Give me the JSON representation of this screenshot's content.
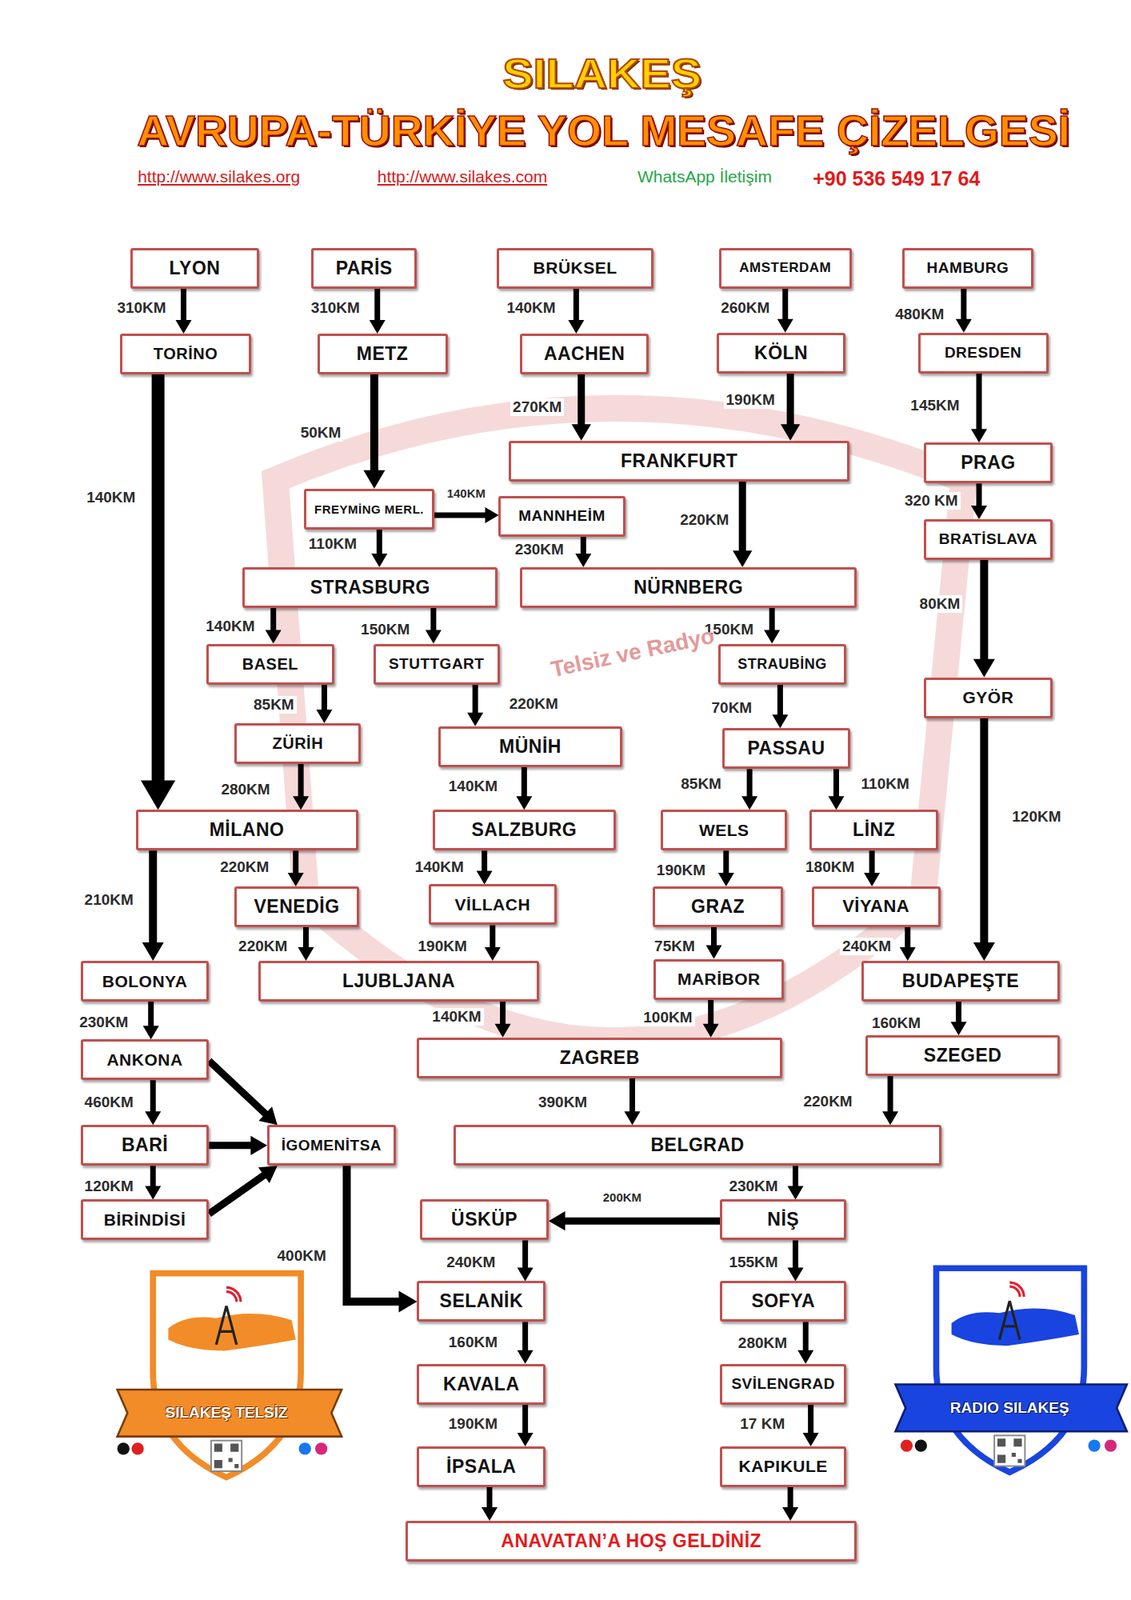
{
  "diagram": {
    "title": "AVRUPA-TÜRKİYE YOL MESAFE ÇİZELGESİ",
    "nodes": [
      {
        "text": [
          "LYON"
        ]
      },
      {
        "text": [
          "PARİS"
        ]
      },
      {
        "text": [
          "BRÜKSEL"
        ]
      },
      {
        "text": [
          "AMSTERDAM"
        ]
      },
      {
        "text": [
          "HAMBURG"
        ]
      },
      {
        "text": [
          "TORİNO"
        ]
      },
      {
        "text": [
          "METZ"
        ]
      },
      {
        "text": [
          "AACHEN"
        ]
      },
      {
        "text": [
          "KÖLN"
        ]
      },
      {
        "text": [
          "DRESDEN"
        ]
      },
      {
        "text": [
          "FRANKFURT"
        ]
      },
      {
        "text": [
          "PRAG"
        ]
      },
      {
        "text": [
          "FREYMİNG MERL."
        ]
      },
      {
        "text": [
          "MANNHEİM"
        ]
      },
      {
        "text": [
          "BRATİSLAVA"
        ]
      },
      {
        "text": [
          "STRASBURG"
        ]
      },
      {
        "text": [
          "NÜRNBERG"
        ]
      },
      {
        "text": [
          "BASEL"
        ]
      },
      {
        "text": [
          "STUTTGART"
        ]
      },
      {
        "text": [
          "STRAUBİNG"
        ]
      },
      {
        "text": [
          "GYÖR"
        ]
      },
      {
        "text": [
          "ZÜRİH"
        ]
      },
      {
        "text": [
          "MÜNİH"
        ]
      },
      {
        "text": [
          "PASSAU"
        ]
      },
      {
        "text": [
          "MİLANO"
        ]
      },
      {
        "text": [
          "SALZBURG"
        ]
      },
      {
        "text": [
          "WELS"
        ]
      },
      {
        "text": [
          "LİNZ"
        ]
      },
      {
        "text": [
          "VENEDİG"
        ]
      },
      {
        "text": [
          "VİLLACH"
        ]
      },
      {
        "text": [
          "GRAZ"
        ]
      },
      {
        "text": [
          "VİYANA"
        ]
      },
      {
        "text": [
          "BOLONYA"
        ]
      },
      {
        "text": [
          "LJUBLJANA"
        ]
      },
      {
        "text": [
          "MARİBOR"
        ]
      },
      {
        "text": [
          "BUDAPEŞTE"
        ]
      },
      {
        "text": [
          "ANKONA"
        ]
      },
      {
        "text": [
          "ZAGREB"
        ]
      },
      {
        "text": [
          "SZEGED"
        ]
      },
      {
        "text": [
          "BARİ"
        ]
      },
      {
        "text": [
          "İGOMENİTSA"
        ]
      },
      {
        "text": [
          "BELGRAD"
        ]
      },
      {
        "text": [
          "BİRİNDİSİ"
        ]
      },
      {
        "text": [
          "ÜSKÜP"
        ]
      },
      {
        "text": [
          "NİŞ"
        ]
      },
      {
        "text": [
          "SELANİK"
        ]
      },
      {
        "text": [
          "SOFYA"
        ]
      },
      {
        "text": [
          "KAVALA"
        ]
      },
      {
        "text": [
          "SVİLENGRAD"
        ]
      },
      {
        "text": [
          "İPSALA"
        ]
      },
      {
        "text": [
          "KAPIKULE"
        ]
      },
      {
        "text": [
          "ANAVATAN’A HOŞ GELDİNİZ"
        ]
      }
    ],
    "edges": [
      {
        "from": 0,
        "to": 5,
        "arrow": "to",
        "label": "310KM"
      },
      {
        "from": 1,
        "to": 6,
        "arrow": "to",
        "label": "310KM"
      },
      {
        "from": 2,
        "to": 7,
        "arrow": "to",
        "label": "140KM"
      },
      {
        "from": 3,
        "to": 8,
        "arrow": "to",
        "label": "260KM"
      },
      {
        "from": 4,
        "to": 9,
        "arrow": "to",
        "label": "480KM"
      },
      {
        "from": 5,
        "to": 24,
        "arrow": "to",
        "label": "140KM"
      },
      {
        "from": 6,
        "to": 12,
        "arrow": "to",
        "label": "50KM"
      },
      {
        "from": 7,
        "to": 10,
        "arrow": "to",
        "label": "270KM"
      },
      {
        "from": 8,
        "to": 10,
        "arrow": "to",
        "label": "190KM"
      },
      {
        "from": 9,
        "to": 11,
        "arrow": "to",
        "label": "145KM"
      },
      {
        "from": 12,
        "to": 13,
        "arrow": "to",
        "label": "140KM"
      },
      {
        "from": 12,
        "to": 15,
        "arrow": "to",
        "label": "110KM"
      },
      {
        "from": 10,
        "to": 16,
        "arrow": "to",
        "label": "220KM"
      },
      {
        "from": 13,
        "to": 16,
        "arrow": "to",
        "label": "230KM"
      },
      {
        "from": 11,
        "to": 14,
        "arrow": "to",
        "label": "320 KM"
      },
      {
        "from": 14,
        "to": 20,
        "arrow": "to",
        "label": "80KM"
      },
      {
        "from": 15,
        "to": 17,
        "arrow": "to",
        "label": "140KM"
      },
      {
        "from": 15,
        "to": 18,
        "arrow": "to",
        "label": "150KM"
      },
      {
        "from": 16,
        "to": 19,
        "arrow": "to",
        "label": "150KM"
      },
      {
        "from": 17,
        "to": 21,
        "arrow": "to",
        "label": "85KM"
      },
      {
        "from": 18,
        "to": 22,
        "arrow": "to",
        "label": "220KM"
      },
      {
        "from": 19,
        "to": 23,
        "arrow": "to",
        "label": "70KM"
      },
      {
        "from": 20,
        "to": 35,
        "arrow": "to",
        "label": "120KM"
      },
      {
        "from": 21,
        "to": 24,
        "arrow": "to",
        "label": "280KM"
      },
      {
        "from": 22,
        "to": 25,
        "arrow": "to",
        "label": "140KM"
      },
      {
        "from": 23,
        "to": 26,
        "arrow": "to",
        "label": "85KM"
      },
      {
        "from": 23,
        "to": 27,
        "arrow": "to",
        "label": "110KM"
      },
      {
        "from": 24,
        "to": 28,
        "arrow": "to",
        "label": "220KM"
      },
      {
        "from": 24,
        "to": 32,
        "arrow": "to",
        "label": "210KM"
      },
      {
        "from": 25,
        "to": 29,
        "arrow": "to",
        "label": "140KM"
      },
      {
        "from": 26,
        "to": 30,
        "arrow": "to",
        "label": "190KM"
      },
      {
        "from": 27,
        "to": 31,
        "arrow": "to",
        "label": "180KM"
      },
      {
        "from": 28,
        "to": 33,
        "arrow": "to",
        "label": "220KM"
      },
      {
        "from": 29,
        "to": 33,
        "arrow": "to",
        "label": "190KM"
      },
      {
        "from": 30,
        "to": 34,
        "arrow": "to",
        "label": "75KM"
      },
      {
        "from": 31,
        "to": 35,
        "arrow": "to",
        "label": "240KM"
      },
      {
        "from": 32,
        "to": 36,
        "arrow": "to",
        "label": "230KM"
      },
      {
        "from": 33,
        "to": 37,
        "arrow": "to",
        "label": "140KM"
      },
      {
        "from": 34,
        "to": 37,
        "arrow": "to",
        "label": "100KM"
      },
      {
        "from": 35,
        "to": 38,
        "arrow": "to",
        "label": "160KM"
      },
      {
        "from": 36,
        "to": 39,
        "arrow": "to",
        "label": "460KM"
      },
      {
        "from": 39,
        "to": 42,
        "arrow": "to",
        "label": "120KM"
      },
      {
        "from": 36,
        "to": 40,
        "arrow": "to"
      },
      {
        "from": 39,
        "to": 40,
        "arrow": "to"
      },
      {
        "from": 42,
        "to": 40,
        "arrow": "to"
      },
      {
        "from": 37,
        "to": 41,
        "arrow": "to",
        "label": "390KM"
      },
      {
        "from": 38,
        "to": 41,
        "arrow": "to",
        "label": "220KM"
      },
      {
        "from": 40,
        "to": 45,
        "arrow": "to",
        "label": "400KM"
      },
      {
        "from": 41,
        "to": 44,
        "arrow": "to",
        "label": "230KM"
      },
      {
        "from": 44,
        "to": 43,
        "arrow": "to",
        "label": "200KM"
      },
      {
        "from": 43,
        "to": 45,
        "arrow": "to",
        "label": "240KM"
      },
      {
        "from": 44,
        "to": 46,
        "arrow": "to",
        "label": "155KM"
      },
      {
        "from": 45,
        "to": 47,
        "arrow": "to",
        "label": "160KM"
      },
      {
        "from": 46,
        "to": 48,
        "arrow": "to",
        "label": "280KM"
      },
      {
        "from": 47,
        "to": 49,
        "arrow": "to",
        "label": "190KM"
      },
      {
        "from": 48,
        "to": 50,
        "arrow": "to",
        "label": "17 KM"
      },
      {
        "from": 49,
        "to": 51,
        "arrow": "to"
      },
      {
        "from": 50,
        "to": 51,
        "arrow": "to"
      }
    ],
    "labels": [
      "SILAKEŞ",
      "http://www.silakes.org",
      "http://www.silakes.com",
      "WhatsApp İletişim",
      "+90 536 549 17 64",
      "Telsiz ve Radyo",
      "SILAKEŞ TELSİZ",
      "RADIO SILAKEŞ"
    ]
  }
}
